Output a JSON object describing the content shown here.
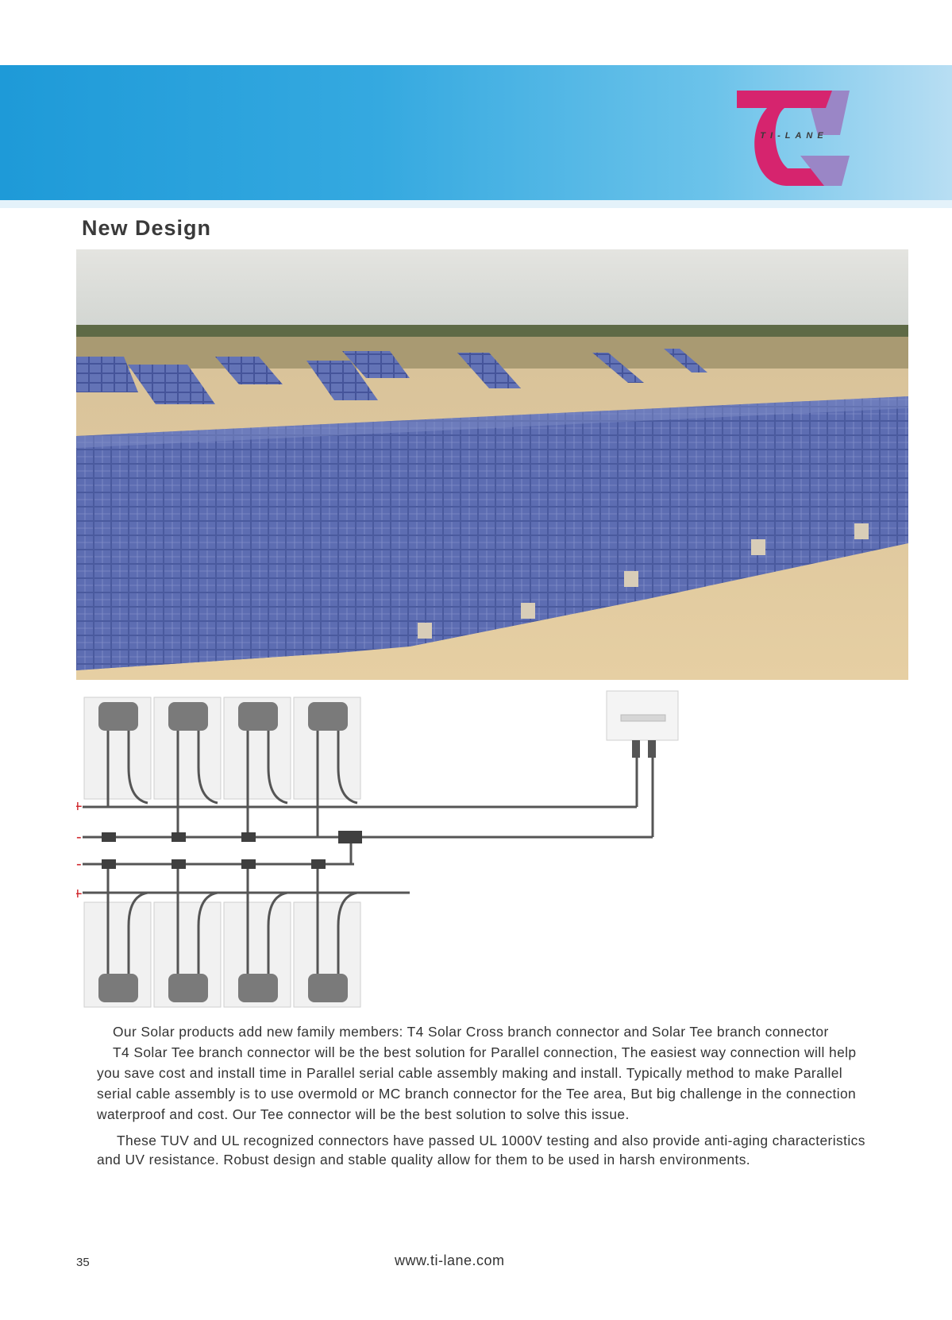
{
  "header": {
    "brand_text": "TI-LANE",
    "colors": {
      "banner_left": "#1e9ad8",
      "banner_right": "#b8def3",
      "logo_magenta": "#d6246e",
      "logo_purple": "#9a86c6"
    }
  },
  "title": "New Design",
  "diagram": {
    "plus_sign": "+",
    "minus_sign": "-"
  },
  "body": {
    "paragraph_1": "Our Solar products add new family members: T4 Solar Cross branch connector and Solar Tee branch connector",
    "paragraph_2": "T4 Solar Tee branch connector will be the best solution for Parallel connection, The easiest way connection will help you save cost and install time in Parallel serial cable assembly making and install. Typically method to make Parallel serial cable assembly is to use overmold or MC branch connector for the Tee area, But big challenge in the connection waterproof and cost. Our Tee connector will be the best solution to solve this issue.",
    "paragraph_3": "These TUV and UL recognized connectors have passed UL 1000V testing and also provide anti-aging characteristics and UV resistance. Robust design and stable quality allow for them to be used in harsh environments."
  },
  "footer": {
    "page_number": "35",
    "website": "www.ti-lane.com"
  }
}
